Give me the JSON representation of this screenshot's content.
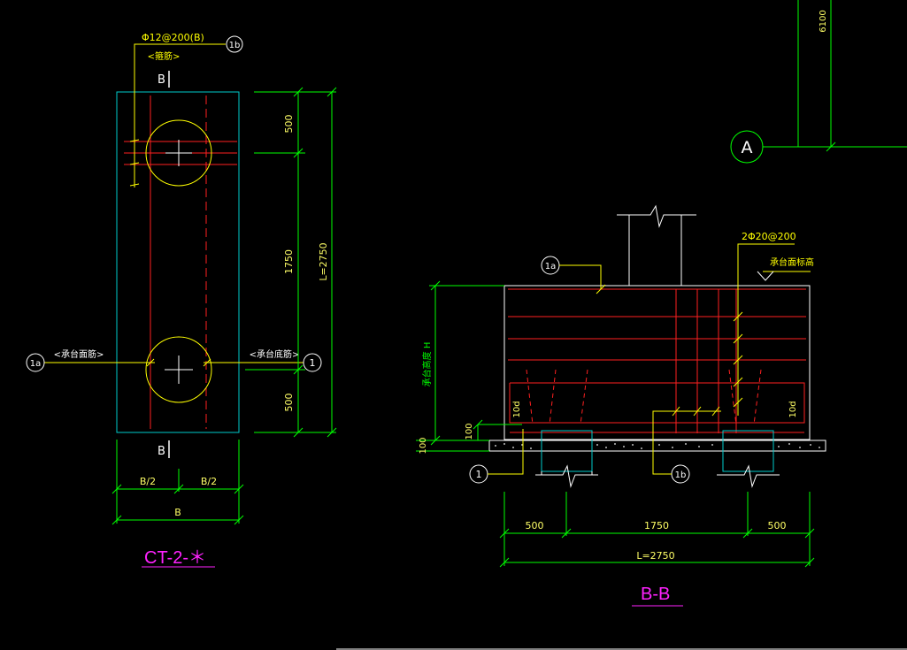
{
  "colors": {
    "background": "#000000",
    "dimension": "#00ff00",
    "outline": "#00cccc",
    "rebar": "#ff2020",
    "leader": "#ffff00",
    "pile": "#ffff00",
    "title": "#ff22ff",
    "text": "#ffffff",
    "dim_text": "#ffff66"
  },
  "plan": {
    "top_rebar_label": "Φ12@200(B)",
    "top_rebar_note": "<箍筋>",
    "callout_1b": "1b",
    "callout_1a": "1a",
    "callout_1": "1",
    "left_note": "<承台面筋>",
    "right_note": "<承台底筋>",
    "section_mark": "B",
    "dim_500_top": "500",
    "dim_1750": "1750",
    "dim_500_bottom": "500",
    "dim_total": "L=2750",
    "dim_half_left": "B/2",
    "dim_half_right": "B/2",
    "dim_width": "B",
    "title": "CT-2-＊"
  },
  "section": {
    "rebar_label": "2Φ20@200",
    "top_note": "承台面标高",
    "callout_1a": "1a",
    "callout_1": "1",
    "callout_1b": "1b",
    "left_dim_label": "承台高度 H",
    "dim_100_a": "100",
    "dim_100_b": "100",
    "anchor_left": "10d",
    "anchor_right": "10d",
    "dim_500_left": "500",
    "dim_1750": "1750",
    "dim_500_right": "500",
    "dim_total": "L=2750",
    "title": "B-B"
  },
  "axis": {
    "grid_label": "A",
    "dim_6100": "6100"
  }
}
